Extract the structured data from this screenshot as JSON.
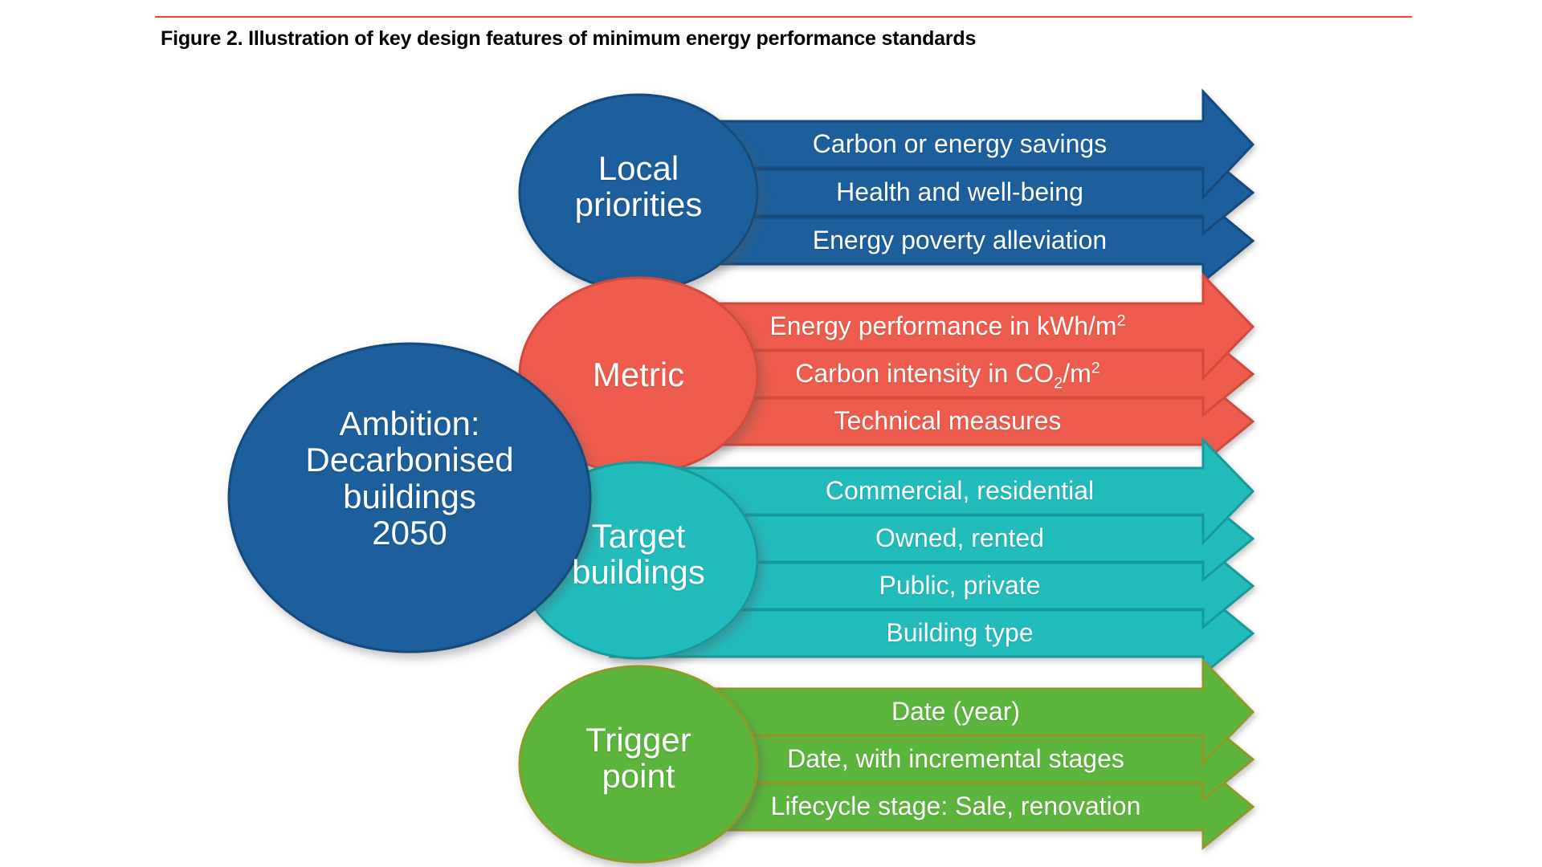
{
  "figure": {
    "caption": "Figure 2. Illustration of key design features of minimum energy performance standards",
    "rule_color": "#E8453C"
  },
  "ambition": {
    "lines": [
      "Ambition:",
      "Decarbonised",
      "buildings",
      "2050"
    ],
    "color": "#1B5E9C"
  },
  "groups": [
    {
      "id": "local-priorities",
      "hub_lines": [
        "Local",
        "priorities"
      ],
      "color": "#1B5E9C",
      "stroke": "#144A7C",
      "rows": [
        "Carbon or energy savings",
        "Health and well-being",
        "Energy poverty alleviation"
      ]
    },
    {
      "id": "metric",
      "hub_lines": [
        "Metric"
      ],
      "color": "#EE5B4E",
      "stroke": "#D24A3E",
      "rows": [
        "Energy performance in kWh/m2",
        "Carbon intensity in CO2/m2",
        "Technical measures"
      ],
      "rows_rich": [
        "Energy performance in kWh/m<sup>2</sup>",
        "Carbon intensity in CO<sub>2</sub>/m<sup>2</sup>",
        "Technical measures"
      ]
    },
    {
      "id": "target-buildings",
      "hub_lines": [
        "Target",
        "buildings"
      ],
      "color": "#22BCBD",
      "stroke": "#17999B",
      "rows": [
        "Commercial, residential",
        "Owned, rented",
        "Public, private",
        "Building type"
      ]
    },
    {
      "id": "trigger-point",
      "hub_lines": [
        "Trigger",
        "point"
      ],
      "color": "#5CB63C",
      "stroke": "#8E9A27",
      "rows": [
        "Date (year)",
        "Date, with incremental stages",
        "Lifecycle stage: Sale, renovation"
      ]
    }
  ]
}
